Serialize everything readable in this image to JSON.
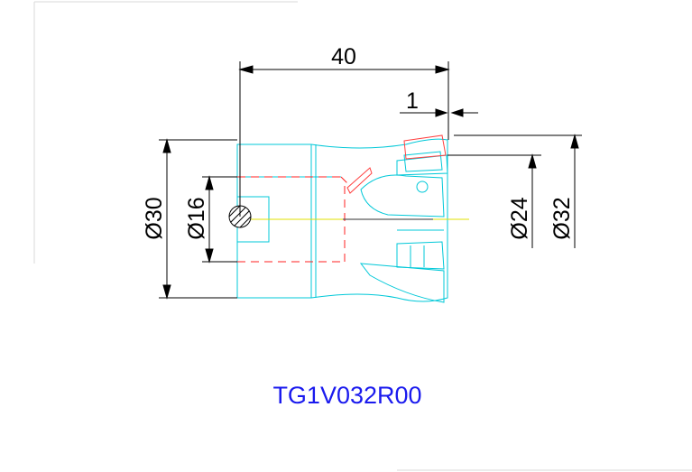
{
  "drawing": {
    "part_code": "TG1V032R00",
    "dimensions": {
      "overall_length": "40",
      "flute_offset": "1",
      "shank_diameter": "Ø30",
      "bore_diameter": "Ø16",
      "inner_diameter": "Ø24",
      "cutting_diameter": "Ø32"
    }
  },
  "colors": {
    "dimension_line": "#000000",
    "tool_outline": "#00c8d8",
    "hidden_line": "#ff2020",
    "centerline": "#e0e000",
    "part_code": "#1a1aee"
  }
}
